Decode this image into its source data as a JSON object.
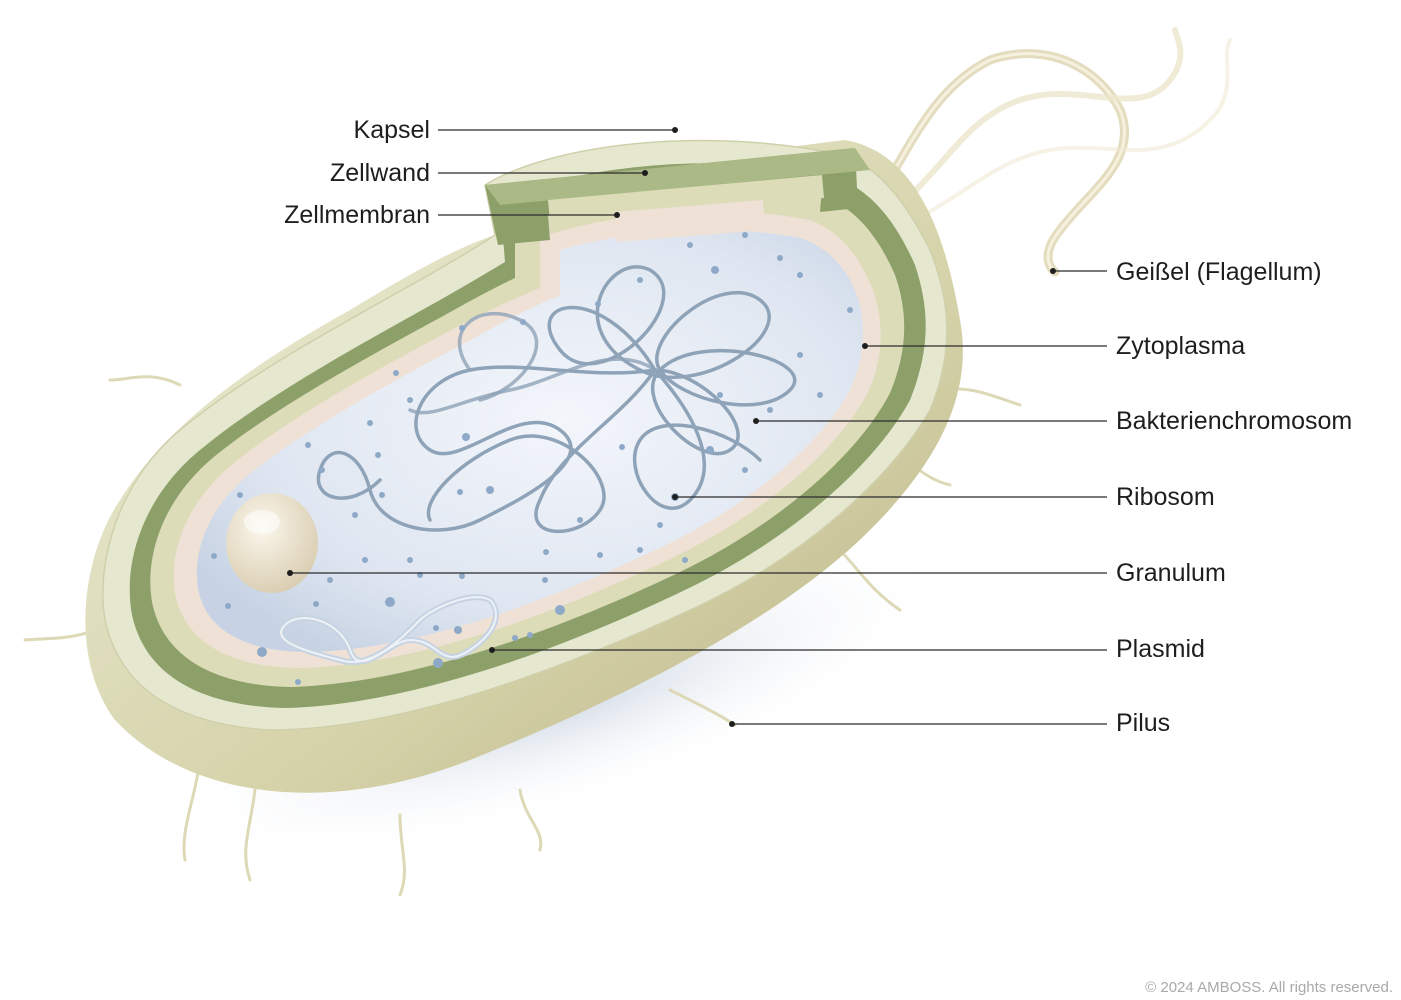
{
  "diagram": {
    "labels": {
      "capsule": "Kapsel",
      "cell_wall": "Zellwand",
      "cell_membrane": "Zellmembran",
      "flagellum": "Geißel (Flagellum)",
      "cytoplasm": "Zytoplasma",
      "chromosome": "Bakterienchromosom",
      "ribosome": "Ribosom",
      "granule": "Granulum",
      "plasmid": "Plasmid",
      "pilus": "Pilus"
    },
    "colors": {
      "capsule_light": "#e5e8cf",
      "capsule_dark": "#c9c69b",
      "cell_wall": "#8ea06a",
      "membrane": "#efe1d6",
      "cytoplasm": "#dfe6f1",
      "chromosome": "#8fa3b8",
      "ribosome": "#8ea9c8",
      "granule": "#efe6cf",
      "plasmid": "#cfdae6",
      "appendages": "#ddd8b6"
    }
  },
  "footer": {
    "copyright": "© 2024 AMBOSS. All rights reserved."
  }
}
